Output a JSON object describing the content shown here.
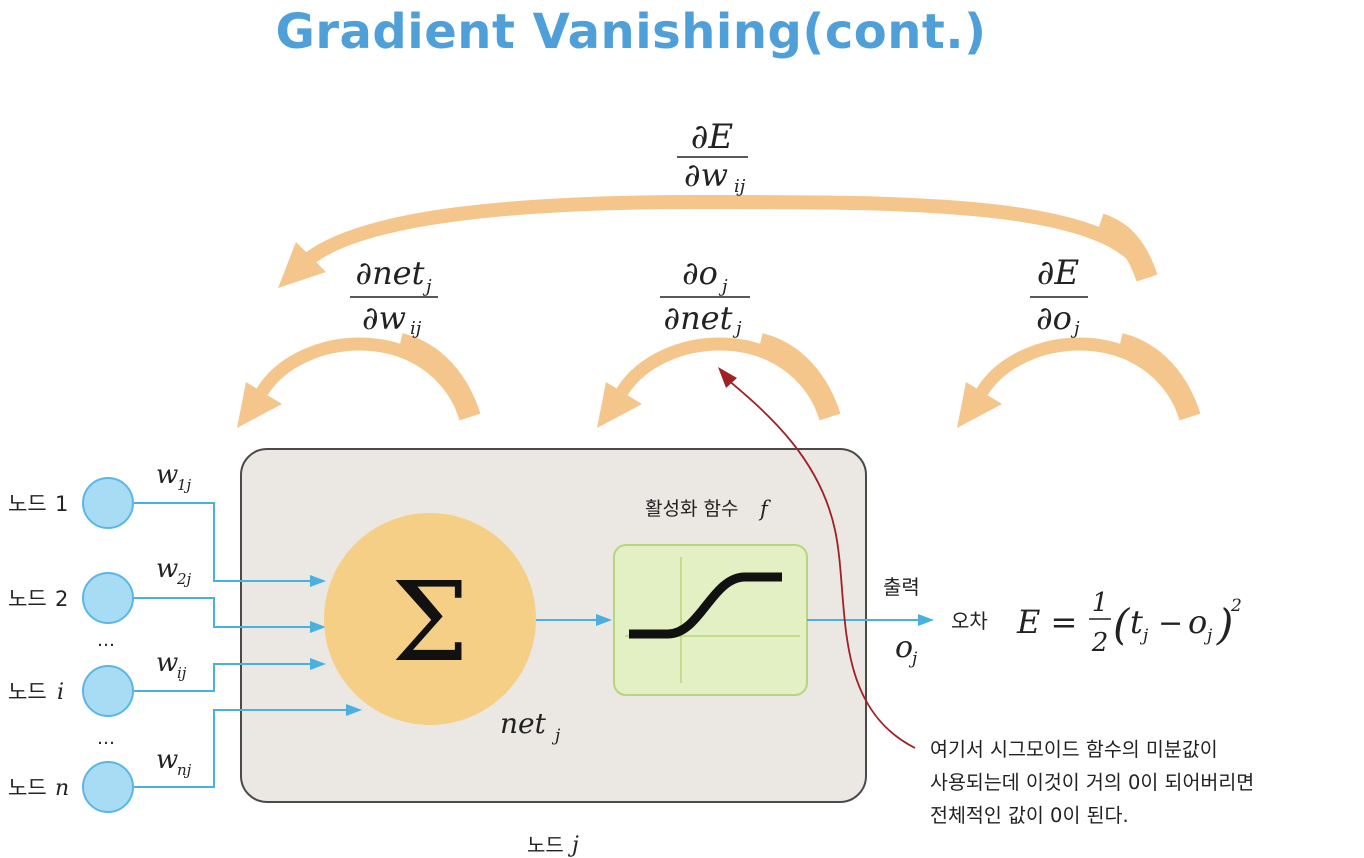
{
  "title": "Gradient Vanishing(cont.)",
  "colors": {
    "title": "#4fa0d8",
    "arrow_orange": "#f5c68c",
    "node_blue": "#a8dcf5",
    "node_blue_stroke": "#5bb6e6",
    "sum_circle": "#f5cf86",
    "box_fill": "#ebe7e3",
    "activation_fill": "#e2f0c4",
    "red_arrow": "#a02026",
    "input_line": "#4ab0e0"
  },
  "gradients": {
    "top": {
      "num": "∂E",
      "den_main": "∂w",
      "den_sub": "ij"
    },
    "g1": {
      "num_main": "∂net",
      "num_sub": "j",
      "den_main": "∂w",
      "den_sub": "ij"
    },
    "g2": {
      "num_main": "∂o",
      "num_sub": "j",
      "den_main": "∂net",
      "den_sub": "j"
    },
    "g3": {
      "num": "∂E",
      "den_main": "∂o",
      "den_sub": "j"
    }
  },
  "inputs": {
    "nodes": [
      {
        "label_prefix": "노드",
        "label_suffix": "1",
        "italic": false
      },
      {
        "label_prefix": "노드",
        "label_suffix": "2",
        "italic": false
      },
      {
        "label_prefix": "노드",
        "label_suffix": "i",
        "italic": true
      },
      {
        "label_prefix": "노드",
        "label_suffix": "n",
        "italic": true
      }
    ],
    "weights": [
      {
        "main": "w",
        "sub": "1j"
      },
      {
        "main": "w",
        "sub": "2j"
      },
      {
        "main": "w",
        "sub": "ij"
      },
      {
        "main": "w",
        "sub": "nj"
      }
    ],
    "ellipsis": "…"
  },
  "node_j": {
    "sum_symbol": "Σ",
    "net_main": "net",
    "net_sub": "j",
    "activation_label": "활성화 함수",
    "activation_f": "f",
    "caption_prefix": "노드",
    "caption_suffix": "j"
  },
  "output": {
    "label": "출력",
    "o_main": "o",
    "o_sub": "j",
    "error_label": "오차",
    "formula": {
      "lhs": "E =",
      "frac_num": "1",
      "frac_den": "2",
      "paren_open": "(",
      "t_main": "t",
      "t_sub": "j",
      "minus": "−",
      "o_main": "o",
      "o_sub": "j",
      "paren_close": ")",
      "power": "2"
    }
  },
  "note": {
    "lines": [
      "여기서 시그모이드 함수의 미분값이",
      "사용되는데 이것이 거의 0이 되어버리면",
      "전체적인 값이 0이 된다."
    ]
  }
}
